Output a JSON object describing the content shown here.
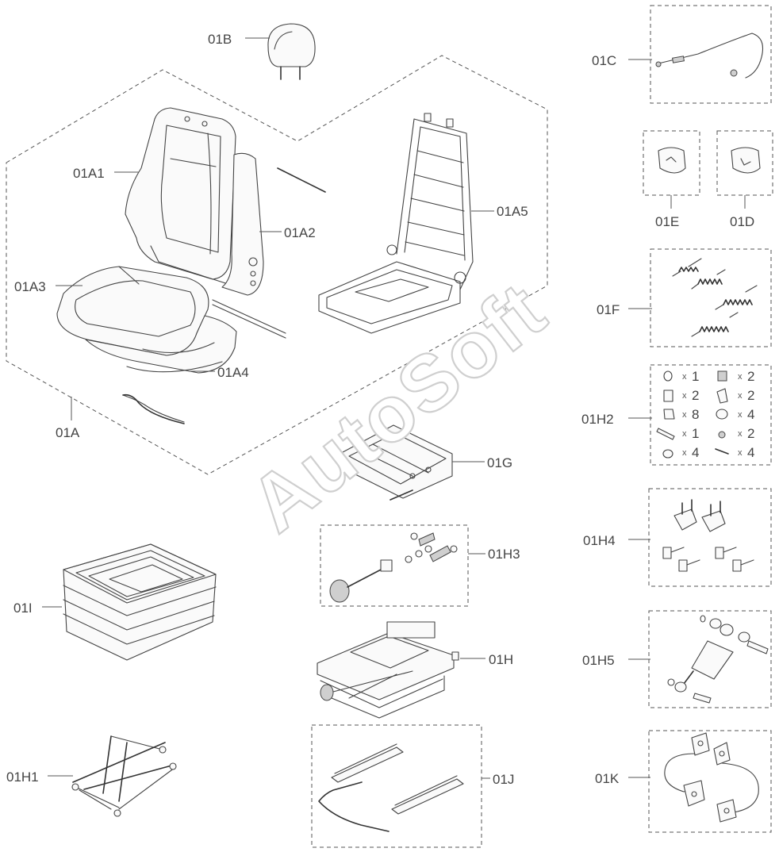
{
  "watermark": "AutoSoft",
  "labels": {
    "l01B": "01B",
    "l01A1": "01A1",
    "l01A2": "01A2",
    "l01A3": "01A3",
    "l01A4": "01A4",
    "l01A": "01A",
    "l01A5": "01A5",
    "l01C": "01C",
    "l01E": "01E",
    "l01D": "01D",
    "l01F": "01F",
    "l01H2": "01H2",
    "l01G": "01G",
    "l01H3": "01H3",
    "l01H4": "01H4",
    "l01I": "01I",
    "l01H": "01H",
    "l01H5": "01H5",
    "l01H1": "01H1",
    "l01J": "01J",
    "l01K": "01K"
  },
  "kit_01H2": {
    "x": "x",
    "quantities": [
      "1",
      "2",
      "2",
      "2",
      "8",
      "4",
      "1",
      "2",
      "4",
      "4"
    ]
  },
  "colors": {
    "line": "#444444",
    "label": "#444444",
    "watermark_outline": "#cfcfcf"
  },
  "icons": [
    "seat-backrest-icon",
    "headrest-icon",
    "seat-cushion-icon",
    "backrest-frame-icon",
    "spring-icon",
    "suspension-icon",
    "slide-rail-icon",
    "bellows-icon",
    "shock-absorber-icon",
    "bracket-icon",
    "cable-icon",
    "button-icon"
  ]
}
